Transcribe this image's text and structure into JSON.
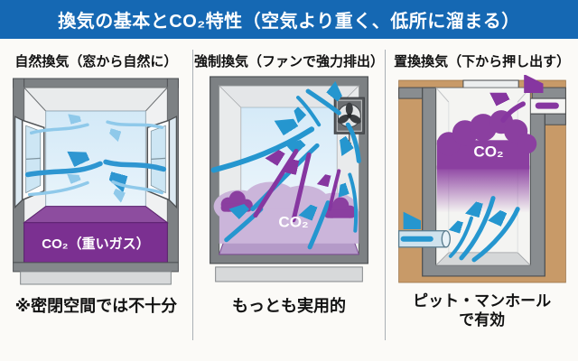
{
  "title": "換気の基本とCO₂特性（空気より重く、低所に溜まる）",
  "colors": {
    "title_bar_blue": "#1568b3",
    "arrow_blue": "#2596cf",
    "arrow_light_blue": "#8fc9ea",
    "arrow_purple": "#8636a0",
    "co2_block_purple": "#7b3091",
    "co2_cloud_purple": "#8b3fa0",
    "room_wall_gray": "#7d8184",
    "back_wall_blue": "#d7ebf8",
    "earth_tan": "#c89a68"
  },
  "panels": [
    {
      "heading": "自然換気（窓から自然に）",
      "caption": "※密閉空間では不十分",
      "co2_label": "CO₂（重いガス）"
    },
    {
      "heading": "強制換気（ファンで強力排出）",
      "caption": "もっとも実用的",
      "co2_label": "CO₂"
    },
    {
      "heading": "置換換気（下から押し出す）",
      "caption_line1": "ピット・マンホール",
      "caption_line2": "で有効",
      "co2_label": "CO₂"
    }
  ]
}
